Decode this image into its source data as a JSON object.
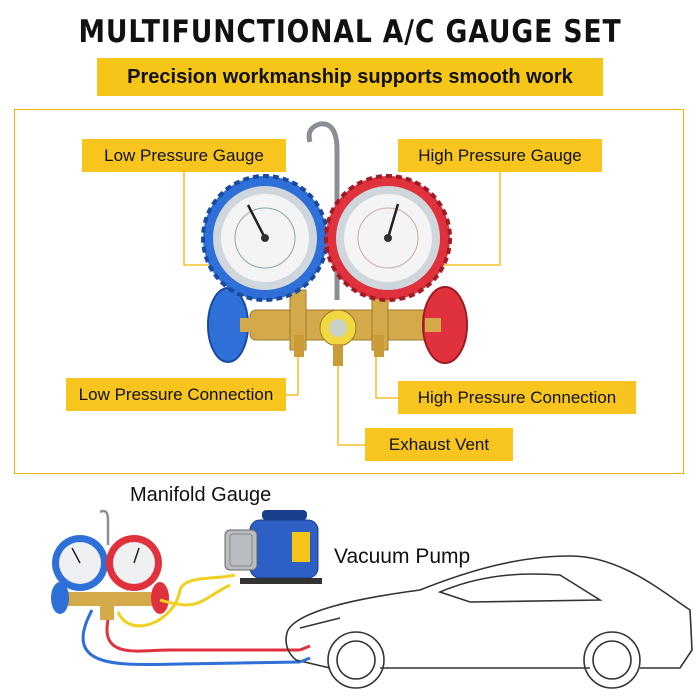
{
  "title": "MULTIFUNCTIONAL A/C GAUGE SET",
  "subtitle": "Precision workmanship supports smooth work",
  "labels": {
    "low_gauge": "Low Pressure Gauge",
    "high_gauge": "High Pressure Gauge",
    "low_connection": "Low Pressure Connection",
    "high_connection": "High Pressure Connection",
    "exhaust_vent": "Exhaust Vent"
  },
  "diagram": {
    "manifold_gauge": "Manifold Gauge",
    "vacuum_pump": "Vacuum Pump"
  },
  "colors": {
    "accent": "#f5c518",
    "low_side": "#2f6fd8",
    "high_side": "#e0323c",
    "brass": "#d4a94a"
  }
}
